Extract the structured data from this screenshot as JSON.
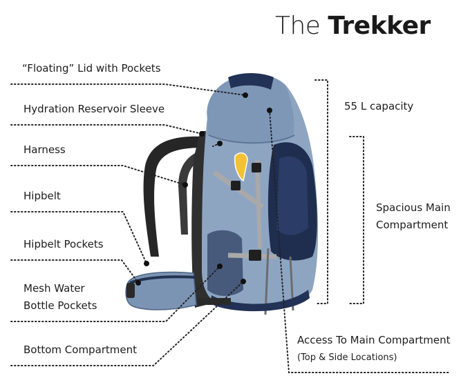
{
  "title": {
    "light": "The",
    "bold": "Trekker"
  },
  "labels": {
    "floating_lid": "“Floating” Lid with Pockets",
    "hydration_sleeve": "Hydration Reservoir Sleeve",
    "harness": "Harness",
    "hipbelt": "Hipbelt",
    "hipbelt_pockets": "Hipbelt Pockets",
    "mesh_line1": "Mesh Water",
    "mesh_line2": "Bottle Pockets",
    "bottom_compartment": "Bottom Compartment",
    "capacity": "55 L capacity",
    "main_line1": "Spacious Main",
    "main_line2": "Compartment",
    "access_line1": "Access To Main Compartment",
    "access_line2": "(Top & Side Locations)"
  },
  "colors": {
    "pack_light": "#8ea5c2",
    "pack_mid": "#6f88a8",
    "pack_dark": "#1f2d4f",
    "strap": "#2a2a2a",
    "buckle": "#a9a9a9"
  }
}
